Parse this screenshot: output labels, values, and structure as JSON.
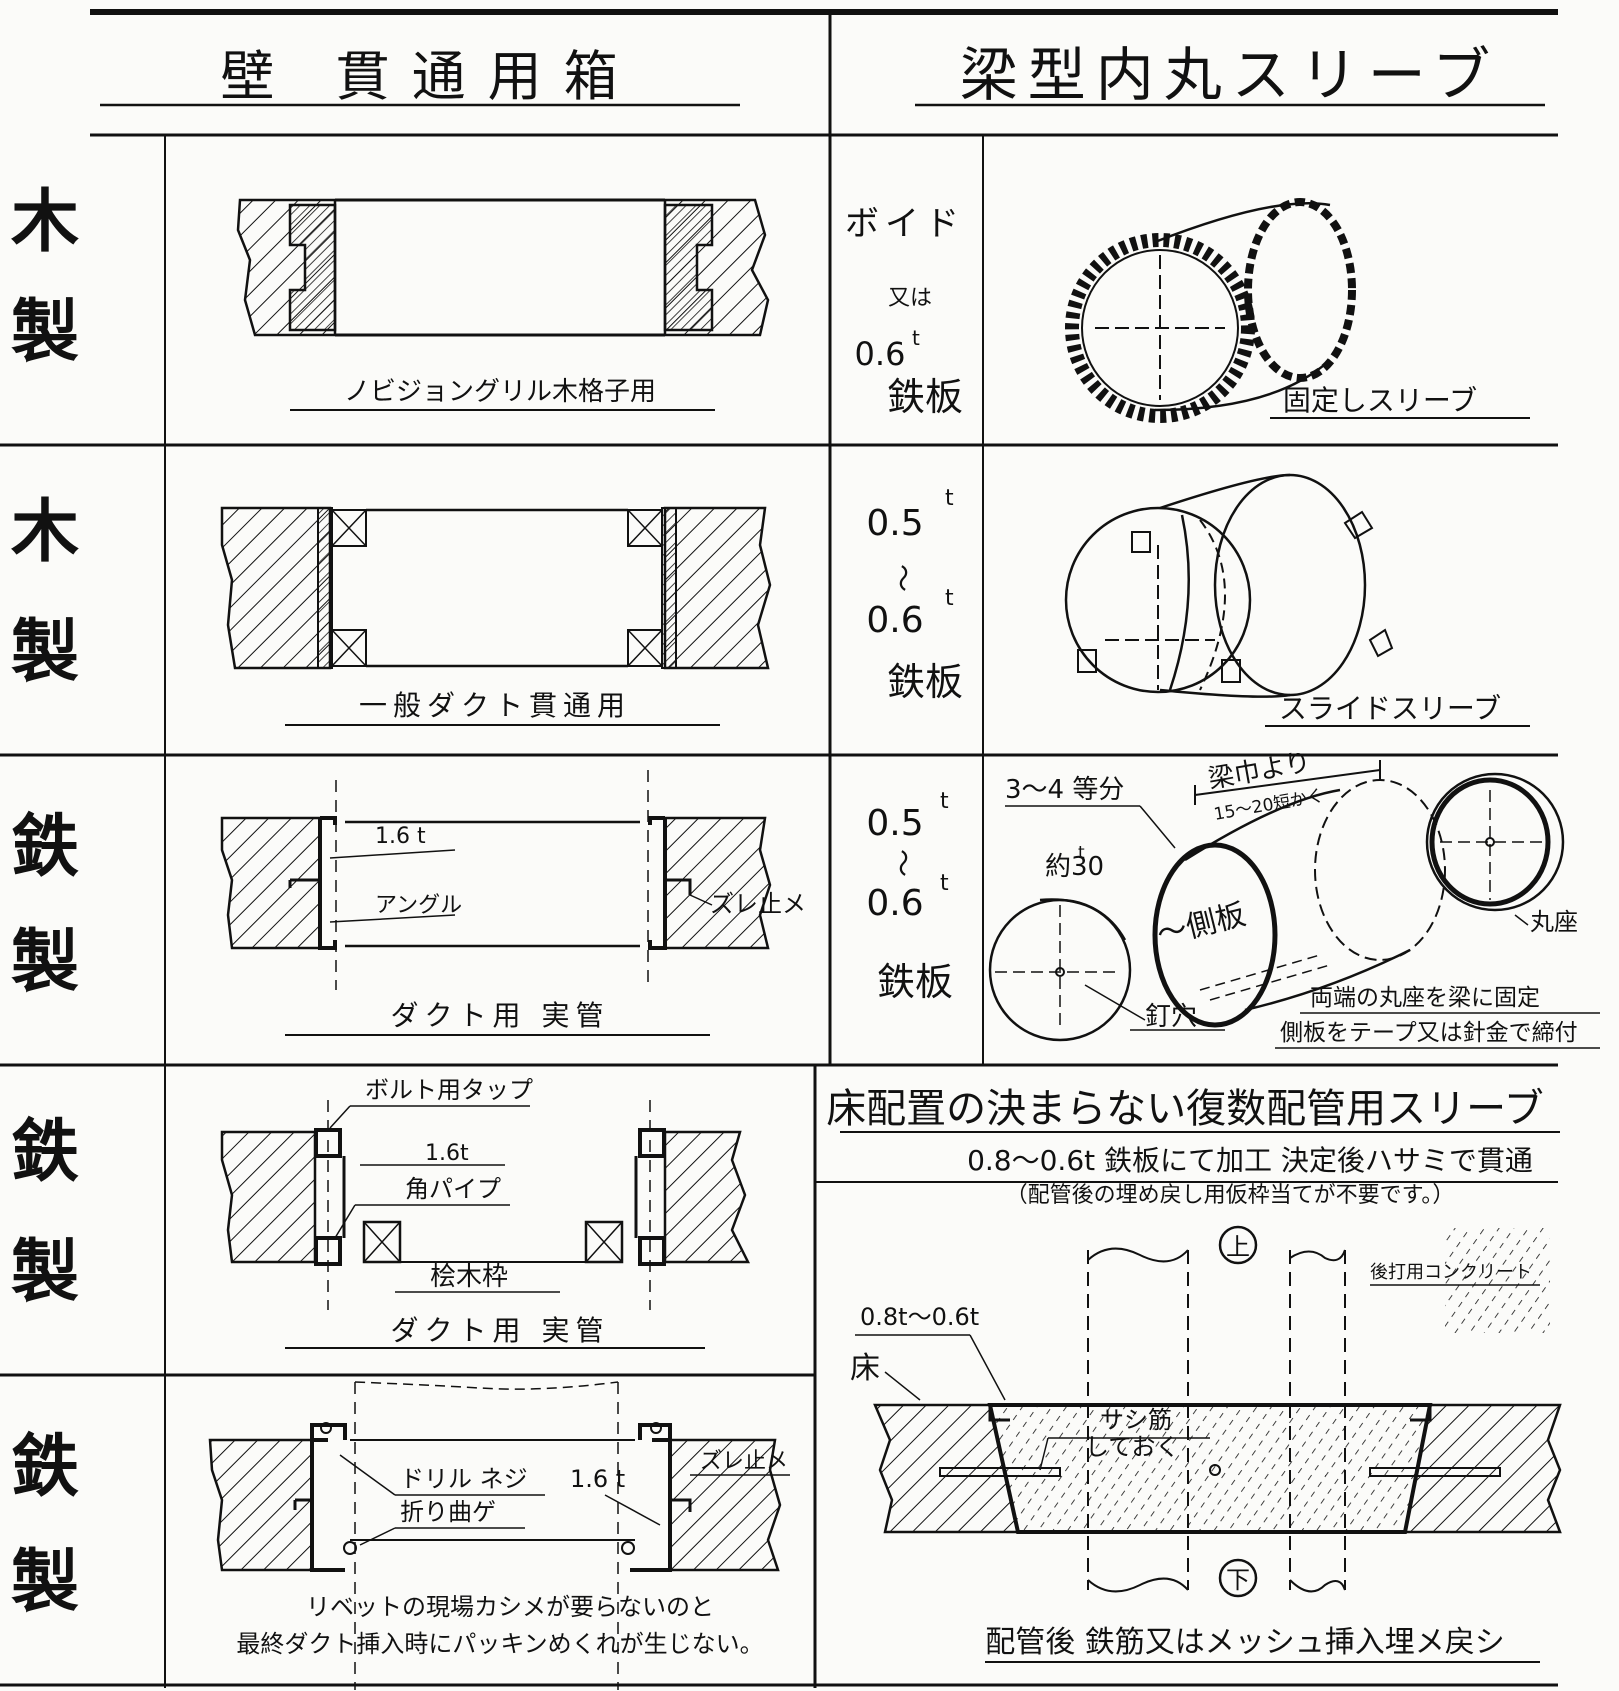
{
  "headers": {
    "left": "壁 貫通用箱",
    "right": "梁型内丸スリーブ"
  },
  "rows": [
    {
      "material": "木製",
      "left_caption": "ノビジョングリル木格子用",
      "spec": [
        "ボイド",
        "又は",
        "0.6",
        "t",
        "鉄板"
      ],
      "right_caption": "固定しスリーブ"
    },
    {
      "material": "木製",
      "left_caption": "一般ダクト貫通用",
      "spec": [
        "0.5",
        "t",
        "〜",
        "0.6",
        "t",
        "鉄板"
      ],
      "right_caption": "スライドスリーブ"
    },
    {
      "material": "鉄製",
      "left_caption": "ダクト用 実管",
      "left_labels": [
        "1.6 t",
        "アングル",
        "ズレ止メ"
      ],
      "spec": [
        "0.5",
        "t",
        "〜",
        "0.6",
        "t",
        "鉄板"
      ],
      "right_labels": [
        "3〜4 等分",
        "梁巾より",
        "15〜20短かく",
        "約30",
        "t",
        "〜側板",
        "丸座",
        "釘穴"
      ],
      "right_notes": [
        "両端の丸座を梁に固定",
        "側板をテープ又は針金で締付"
      ]
    },
    {
      "material": "鉄製",
      "left_caption": "ダクト用 実管",
      "left_labels": [
        "ボルト用タップ",
        "1.6t",
        "角パイプ",
        "桧木枠"
      ]
    },
    {
      "material": "鉄製",
      "left_labels": [
        "ドリル ネジ",
        "折り曲ゲ",
        "1.6 t",
        "ズレ止メ"
      ],
      "left_notes": [
        "リベットの現場カシメが要らないのと",
        "最終ダクト挿入時にパッキンめくれが生じない。"
      ]
    }
  ],
  "floor_panel": {
    "title": "床配置の決まらない復数配管用スリーブ",
    "subtitle": "0.8〜0.6t 鉄板にて加工 決定後ハサミで貫通",
    "note": "（配管後の埋め戻し用仮枠当てが不要です。）",
    "up_label": "上",
    "down_label": "下",
    "concrete_label": "後打用コンクリート",
    "thickness_label": "0.8t〜0.6t",
    "floor_label": "床",
    "rebar_label": "サシ筋",
    "rebar_sub": "しておく",
    "caption": "配管後 鉄筋又はメッシュ挿入埋メ戻シ"
  }
}
